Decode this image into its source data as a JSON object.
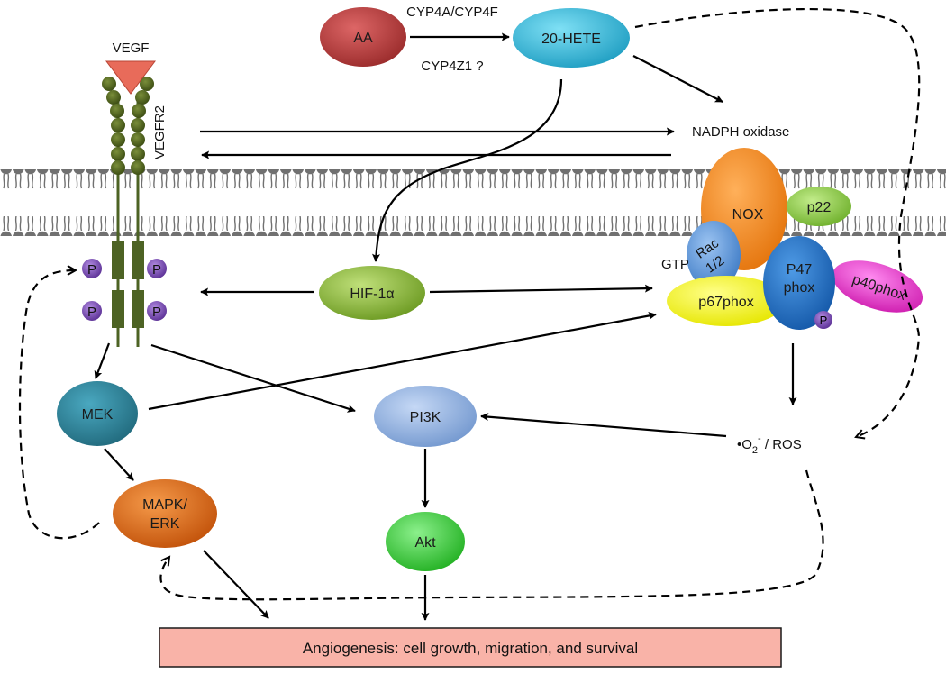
{
  "nodes": {
    "aa": "AA",
    "hete": "20-HETE",
    "hif": "HIF-1α",
    "mek": "MEK",
    "mapk_line1": "MAPK/",
    "mapk_line2": "ERK",
    "pi3k": "PI3K",
    "akt": "Akt"
  },
  "labels": {
    "cyp_top": "CYP4A/CYP4F",
    "cyp_bottom": "CYP4Z1 ?",
    "vegf": "VEGF",
    "vegfr2": "VEGFR2",
    "nadph": "NADPH oxidase",
    "gtp": "GTP",
    "ros_prefix": "•O",
    "ros_sub": "2",
    "ros_sup": "-",
    "ros_suffix": " / ROS",
    "phospho": "P"
  },
  "nox_complex": {
    "nox": "NOX",
    "p22": "p22",
    "rac_line1": "Rac",
    "rac_line2": "1/2",
    "p47_line1": "P47",
    "p47_line2": "phox",
    "p40": "p40phox",
    "p67": "p67phox"
  },
  "outcome": "Angiogenesis:  cell growth, migration, and survival",
  "colors": {
    "aa": "#b23a3a",
    "hete": "#3bb6d6",
    "hif": "#8db83a",
    "mek": "#2f7f95",
    "mapk": "#e0650f",
    "pi3k": "#8fb1e0",
    "akt": "#3fce3f",
    "nox": "#f58a1f",
    "p22": "#8fcf4a",
    "rac": "#5b95dd",
    "p47": "#1f73c9",
    "p40": "#e83cc9",
    "p67": "#f2f21a",
    "phospho": "#7a4fb3",
    "receptor": "#4d6324",
    "membrane": "#6e6e6e",
    "vegf": "#e86b5a",
    "outcome": "#f9b3a8"
  }
}
